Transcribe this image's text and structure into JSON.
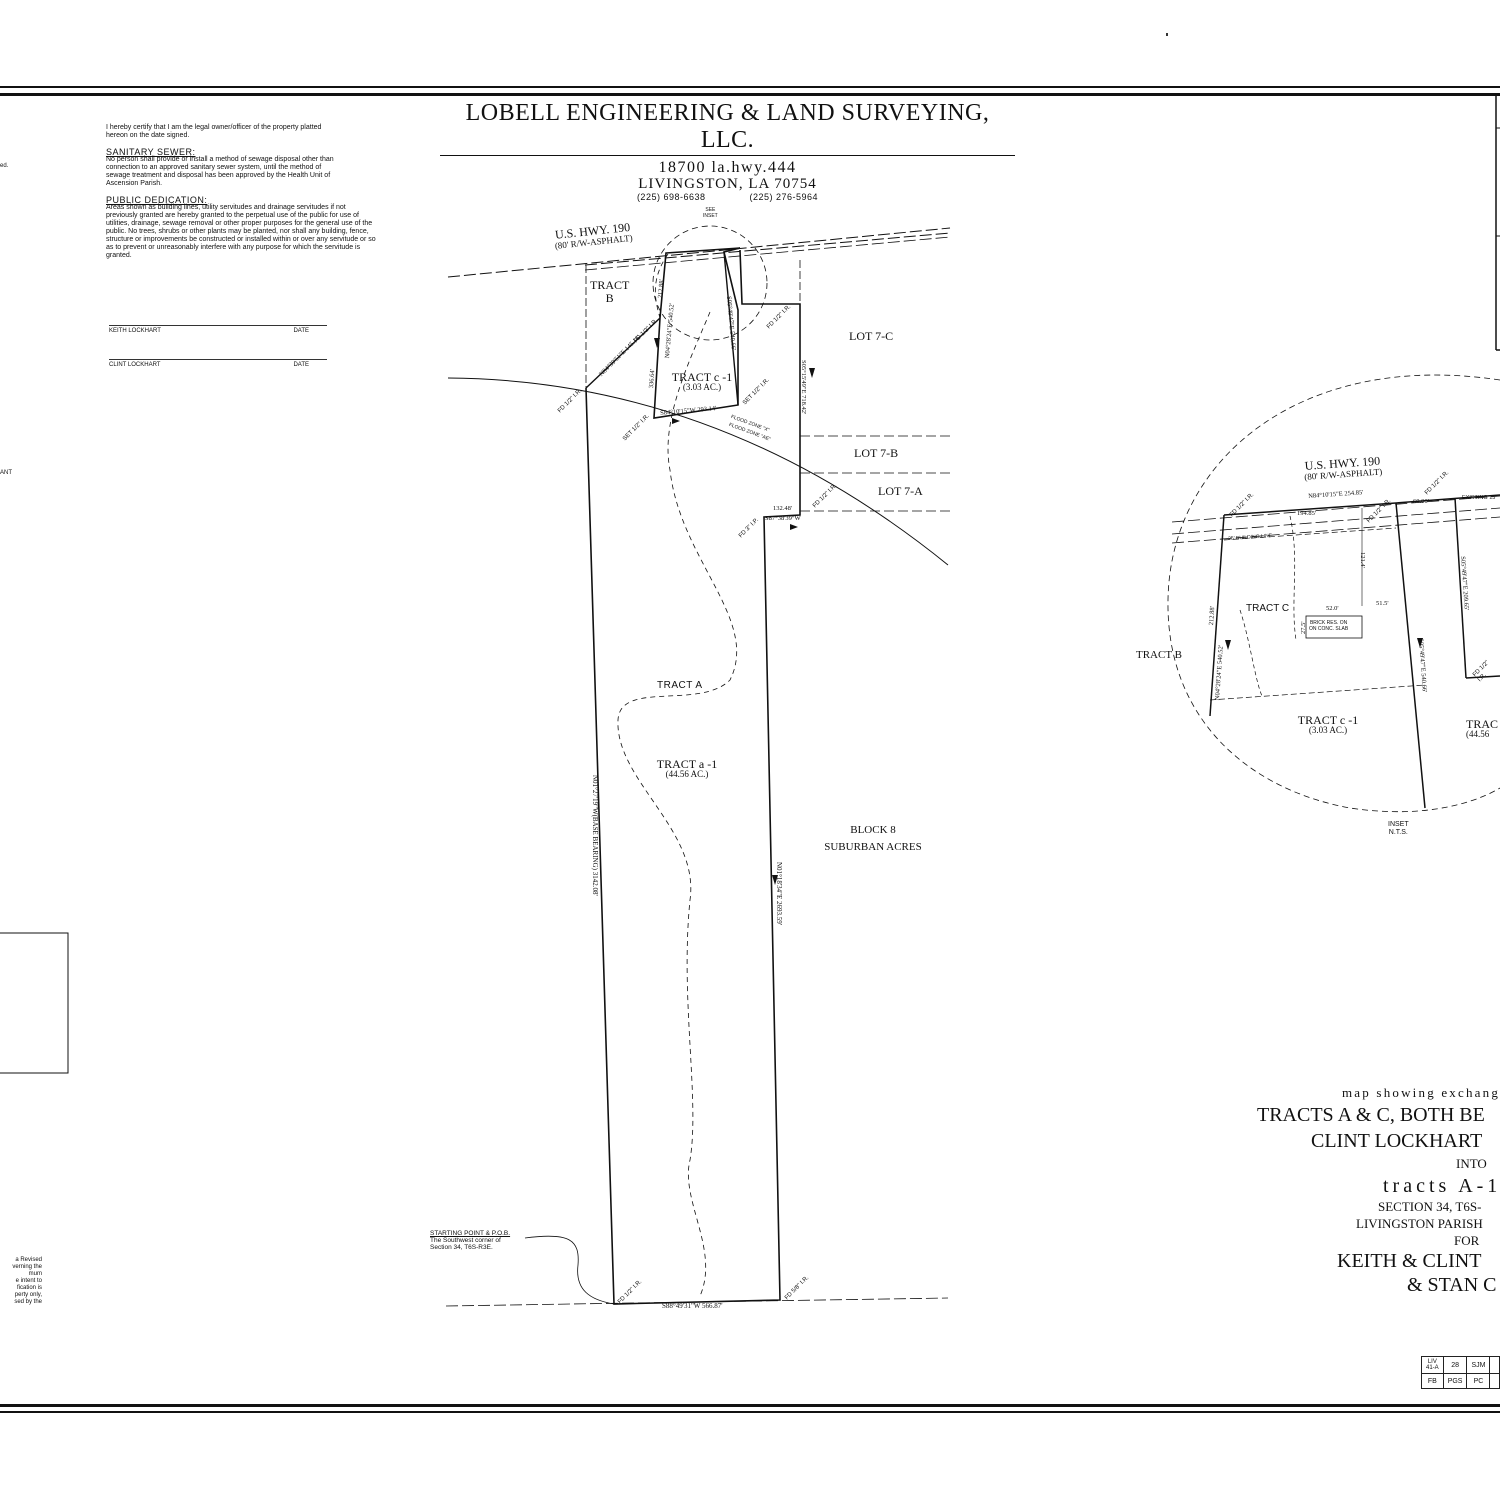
{
  "company": {
    "name": "LOBELL ENGINEERING & LAND SURVEYING, LLC.",
    "address": "18700 la.hwy.444",
    "city": "LIVINGSTON, LA 70754",
    "phone1": "(225) 698-6638",
    "phone2": "(225) 276-5964"
  },
  "certification": {
    "owner_text": "I hereby certify that I am the legal owner/officer of the property platted hereon on the date signed.",
    "sewer_heading": "SANITARY SEWER:",
    "sewer_text": "No person shall provide or install a method of sewage disposal other than connection to an approved sanitary sewer system, until the method of sewage treatment and disposal has been approved by the Health Unit of Ascension Parish.",
    "dedication_heading": "PUBLIC DEDICATION:",
    "dedication_text": "Areas shown as building lines, utility servitudes and drainage servitudes if not previously granted are hereby granted to the perpetual use of the public for use of utilities, drainage, sewage removal or other proper purposes for the general use of the public. No trees, shrubs or other plants may be planted, nor shall any building, fence, structure or improvements be constructed or installed within or over any servitude or so as to prevent or unreasonably interfere with any purpose for which the servitude is granted.",
    "signer1": "KEITH LOCKHART",
    "signer2": "CLINT LOCKHART",
    "date_label": "DATE"
  },
  "left_fragments": {
    "f1": "ed.",
    "f2": "ANT",
    "f3": "a Revised\nverning the\nmum\ne intent to\nfication is\nperty only,\nsed by the"
  },
  "plat": {
    "highway": "U.S. HWY. 190",
    "highway_rw": "(80' R/W-ASPHALT)",
    "see_inset": "SEE\nINSET",
    "tract_b": "TRACT\nB",
    "lot_7c": "LOT 7-C",
    "lot_7b": "LOT 7-B",
    "lot_7a": "LOT 7-A",
    "tract_c1": "TRACT c -1",
    "tract_c1_area": "(3.03 AC.)",
    "tract_a_dashed": "TRACT A",
    "tract_a1": "TRACT a -1",
    "tract_a1_area": "(44.56 AC.)",
    "block": "BLOCK 8",
    "subdivision": "SUBURBAN ACRES",
    "pob_label": "STARTING POINT & P.O.B.",
    "pob_text": "The Southwest corner of\nSection 34, T6S-R3E.",
    "b_west": "N01°27'19\"W(BASE BEARING) 3142.08'",
    "b_east": "N01°18'34\"E 2693.59'",
    "b_south": "S88°49'31\"W 566.87'",
    "b_mid": "S87°38'39\"W",
    "b_mid_dist": "132.48'",
    "b_c1_south": "S84°10'15\"W 293.14'",
    "b_c1_west": "336.64'",
    "b_c1_diag": "N84°39'51\"E 145.16'",
    "b_c1_north": "N04°28'24\"E 540.52'",
    "b_c1_top": "212.88'",
    "b_c1_east": "S05°49'47\"E 540.66'",
    "b_lot7c": "S05°15'49\"E 718.42'",
    "fd1": "FD 1/2\" I.R.",
    "fd2": "FD 3\" I.P.",
    "fd3": "FD 5/8\" I.R.",
    "set1": "SET 1/2\" I.R.",
    "flood1": "FLOOD ZONE \"X\"",
    "flood2": "FLOOD ZONE \"AE\""
  },
  "inset": {
    "highway": "U.S. HWY. 190",
    "highway_rw": "(80' R/W-ASPHALT)",
    "b_top": "N84°10'15\"E 254.85'",
    "d_194": "194.85'",
    "d_60": "60.00'",
    "existing": "EXISTING 15'",
    "building_line": "25' BUILDING LINE",
    "tract_c": "TRACT C",
    "d_52": "52.0'",
    "d_515": "51.5'",
    "d_121": "121.4'",
    "d_275": "27.5'",
    "brick": "BRICK RES. ON\nON CONC. SLAB",
    "tract_b": "TRACT B",
    "tract_c1": "TRACT c -1",
    "tract_c1_area": "(3.03 AC.)",
    "trac_cut": "TRAC",
    "area_cut": "(44.56",
    "b_left": "N04°28'24\"E 540.52'",
    "d_212": "212.88'",
    "b_right": "S05°49'47\"E 540.66'",
    "b_far": "S05°49'47\"E 209.65'",
    "fd": "FD 1/2\" I.R.",
    "inset_label": "INSET\nN.T.S."
  },
  "title": {
    "line1": "map showing exchange o",
    "line2": "TRACTS A & C, BOTH BE",
    "line3": "CLINT LOCKHART",
    "line4": "INTO",
    "line5": "tracts A-1",
    "line6": "SECTION 34, T6S-",
    "line7": "LIVINGSTON PARISH",
    "line8": "FOR",
    "line9": "KEITH & CLINT",
    "line10": "& STAN C"
  },
  "fieldbook": {
    "top": [
      "LIV\n41-A",
      "28",
      "SJM",
      ""
    ],
    "bottom": [
      "FB",
      "PGS",
      "PC",
      ""
    ]
  }
}
